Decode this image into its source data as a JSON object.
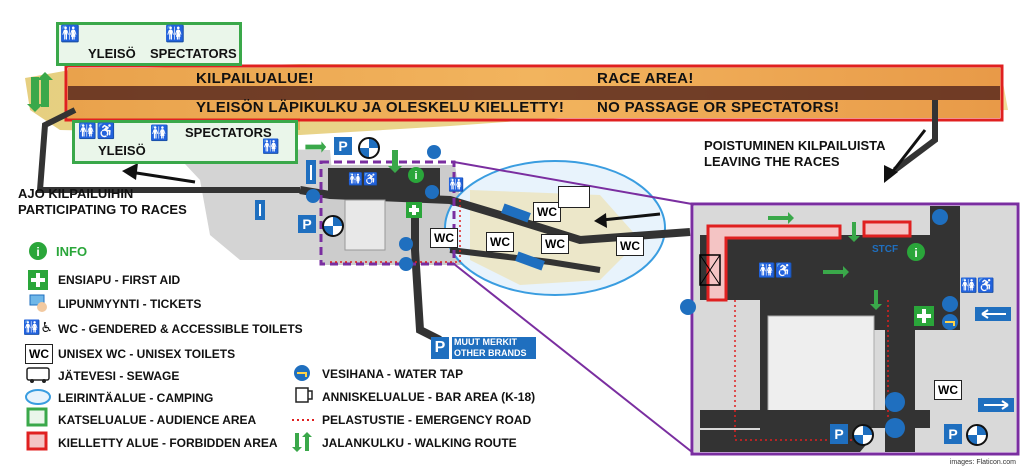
{
  "labels": {
    "yleiso_top": "YLEISÖ",
    "spectators_top": "SPECTATORS",
    "race_area_fi": "KILPAILUALUE!",
    "race_area_en": "RACE AREA!",
    "no_passage_fi": "YLEISÖN LÄPIKULKU JA OLESKELU KIELLETTY!",
    "no_passage_en": "NO PASSAGE OR SPECTATORS!",
    "spectators_mid": "SPECTATORS",
    "yleiso_mid": "YLEISÖ",
    "leaving_fi": "POISTUMINEN KILPAILUISTA",
    "leaving_en": "LEAVING THE RACES",
    "participating_fi": "AJO KILPAILUIHIN",
    "participating_en": "PARTICIPATING TO RACES",
    "muut_merkit": "MUUT MERKIT",
    "other_brands": "OTHER BRANDS",
    "wc": "WC",
    "parking": "P",
    "stcf": "STCF"
  },
  "legend_left": [
    {
      "icon": "info-icon",
      "text": "INFO",
      "color": "#2aa63a"
    },
    {
      "icon": "first-aid-icon",
      "text": "ENSIAPU - FIRST AID"
    },
    {
      "icon": "ticket-icon",
      "text": "LIPUNMYYNTI - TICKETS"
    },
    {
      "icon": "toilets-icon",
      "text": "WC - GENDERED & ACCESSIBLE TOILETS"
    },
    {
      "icon": "unisex-wc-icon",
      "text": "UNISEX WC - UNISEX TOILETS"
    },
    {
      "icon": "sewage-icon",
      "text": "JÄTEVESI - SEWAGE"
    },
    {
      "icon": "camping-icon",
      "text": "LEIRINTÄALUE - CAMPING"
    },
    {
      "icon": "audience-area-icon",
      "text": "KATSELUALUE - AUDIENCE AREA"
    },
    {
      "icon": "forbidden-area-icon",
      "text": "KIELLETTY ALUE - FORBIDDEN AREA"
    }
  ],
  "legend_right": [
    {
      "icon": "water-tap-icon",
      "text": "VESIHANA - WATER TAP"
    },
    {
      "icon": "bar-icon",
      "text": "ANNISKELUALUE - BAR AREA (K-18)"
    },
    {
      "icon": "emergency-road-icon",
      "text": "PELASTUSTIE - EMERGENCY ROAD"
    },
    {
      "icon": "walking-route-icon",
      "text": "JALANKULKU - WALKING ROUTE"
    }
  ],
  "credit": "images: Flaticon.com",
  "colors": {
    "race_red": "#e02020",
    "track_orange": "#f0a04a",
    "sand": "#e9d48a",
    "audience_green": "#3aa84a",
    "camping_blue": "#3a9de0",
    "purple": "#7a2ea0",
    "sign_blue": "#1f6fbf",
    "asphalt": "#333333",
    "pavement": "#cfcfcf"
  }
}
